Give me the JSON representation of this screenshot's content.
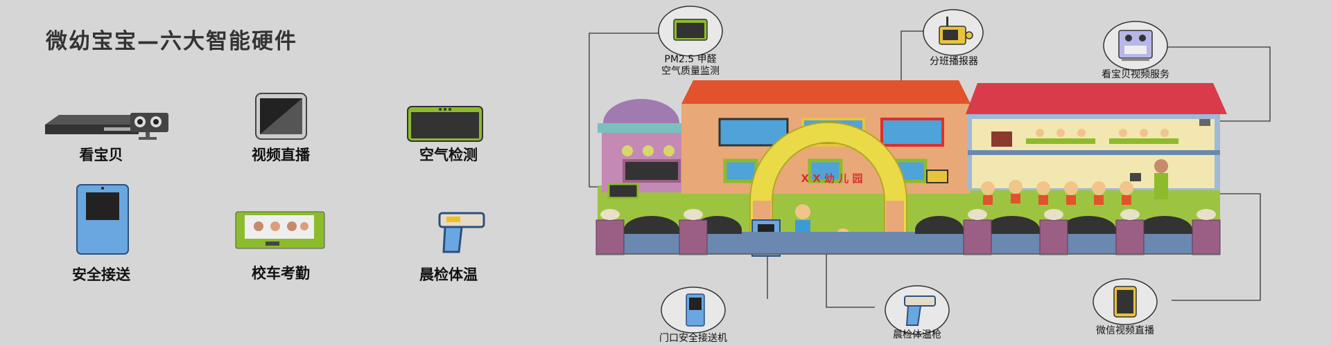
{
  "title": "微幼宝宝—六大智能硬件",
  "devices": [
    {
      "label": "看宝贝",
      "icon": "dvr-camera-icon"
    },
    {
      "label": "视频直播",
      "icon": "smartphone-icon"
    },
    {
      "label": "空气检测",
      "icon": "air-monitor-icon"
    },
    {
      "label": "安全接送",
      "icon": "card-reader-icon"
    },
    {
      "label": "校车考勤",
      "icon": "attendance-screen-icon"
    },
    {
      "label": "晨检体温",
      "icon": "thermometer-gun-icon"
    }
  ],
  "school_sign": "X X 幼 儿 园",
  "callouts": [
    {
      "line1": "PM2.5 甲醛",
      "line2": "空气质量监测",
      "icon": "air-monitor-icon"
    },
    {
      "line1": "分班播报器",
      "line2": "",
      "icon": "class-broadcaster-icon"
    },
    {
      "line1": "看宝贝视频服务",
      "line2": "",
      "icon": "video-service-icon"
    },
    {
      "line1": "门口安全接送机",
      "line2": "",
      "icon": "card-reader-icon"
    },
    {
      "line1": "晨检体温枪",
      "line2": "",
      "icon": "thermometer-gun-icon"
    },
    {
      "line1": "微信视频直播",
      "line2": "",
      "icon": "smartphone-icon"
    }
  ],
  "colors": {
    "roof": "#e2522d",
    "wall": "#e9a877",
    "right_wall": "#c9c4d6",
    "tower": "#c48ab5",
    "fence_post": "#9b5f86",
    "grass": "#9dc441",
    "arch": "#eada47",
    "device_green": "#8cbb2c"
  }
}
